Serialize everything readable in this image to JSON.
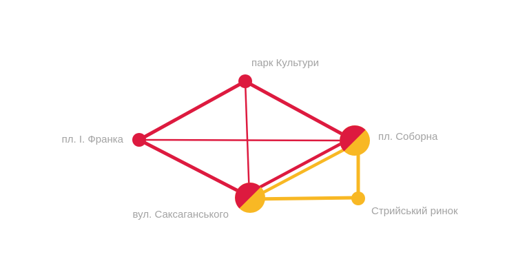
{
  "colors": {
    "red": "#dd1a3f",
    "yellow": "#f8b824",
    "label": "#a3a3a3",
    "background": "#ffffff"
  },
  "stations": {
    "park": {
      "label": "парк Культури",
      "lines": [
        "red"
      ]
    },
    "franka": {
      "label": "пл. І. Франка",
      "lines": [
        "red"
      ]
    },
    "soborna": {
      "label": "пл. Соборна",
      "lines": [
        "red",
        "yellow"
      ]
    },
    "saksahanskoho": {
      "label": "вул. Саксаганського",
      "lines": [
        "red",
        "yellow"
      ]
    },
    "stryiskyi": {
      "label": "Стрийський ринок",
      "lines": [
        "yellow"
      ]
    }
  },
  "connections": [
    {
      "from": "franka",
      "to": "park",
      "line": "red"
    },
    {
      "from": "park",
      "to": "soborna",
      "line": "red"
    },
    {
      "from": "franka",
      "to": "saksahanskoho",
      "line": "red"
    },
    {
      "from": "franka",
      "to": "soborna",
      "line": "red"
    },
    {
      "from": "park",
      "to": "saksahanskoho",
      "line": "red"
    },
    {
      "from": "saksahanskoho",
      "to": "soborna",
      "line": "red"
    },
    {
      "from": "saksahanskoho",
      "to": "soborna",
      "line": "yellow"
    },
    {
      "from": "soborna",
      "to": "stryiskyi",
      "line": "yellow"
    },
    {
      "from": "saksahanskoho",
      "to": "stryiskyi",
      "line": "yellow"
    }
  ]
}
